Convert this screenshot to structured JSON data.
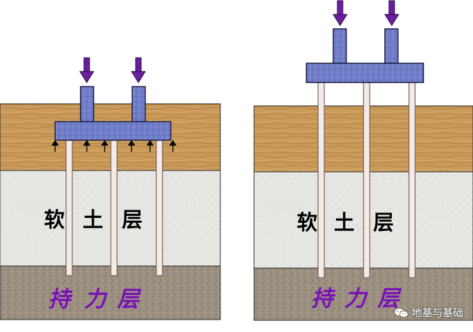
{
  "labels": {
    "soft_layer": [
      "软",
      "土",
      "层"
    ],
    "bearing_layer": [
      "持",
      "力",
      "层"
    ]
  },
  "watermark": {
    "text": "地基与基础",
    "icon": "wechat-icon"
  },
  "colors": {
    "clay": "#c99a58",
    "soft_soil": "#e6e6e2",
    "bearing_soil": "#9b8f80",
    "cap": "#6f7cc7",
    "arrow": "#6a1fa0",
    "bearing_text": "#7a10b8",
    "pile": "#f2ece8"
  }
}
